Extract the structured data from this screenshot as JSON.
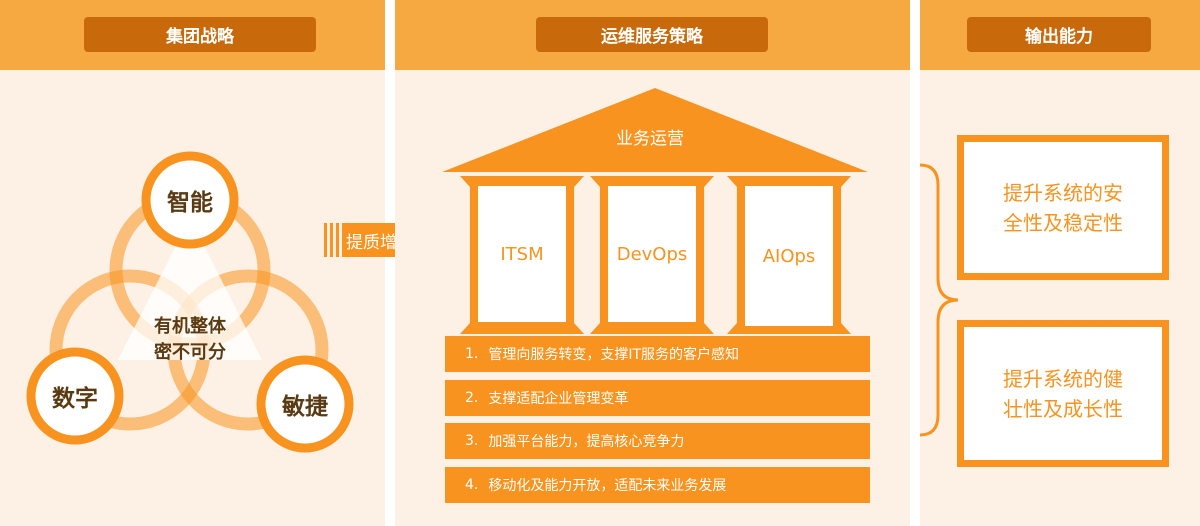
{
  "sections": {
    "group": {
      "title": "集团战略"
    },
    "ops": {
      "title": "运维服务策略"
    },
    "output": {
      "title": "输出能力"
    }
  },
  "venn": {
    "top": "智能",
    "left": "数字",
    "right": "敏捷",
    "center_line1": "有机整体",
    "center_line2": "密不可分"
  },
  "arrow_label": "提质增效",
  "temple": {
    "roof": "业务运营",
    "pillars": [
      "ITSM",
      "DevOps",
      "AIOps"
    ]
  },
  "strategies": [
    {
      "num": "1.",
      "text": "管理向服务转变，支撑IT服务的客户感知"
    },
    {
      "num": "2.",
      "text": "支撑适配企业管理变革"
    },
    {
      "num": "3.",
      "text": "加强平台能力，提高核心竞争力"
    },
    {
      "num": "4.",
      "text": "移动化及能力开放，适配未来业务发展"
    }
  ],
  "outputs": [
    {
      "line1": "提升系统的安",
      "line2": "全性及稳定性"
    },
    {
      "line1": "提升系统的健",
      "line2": "壮性及成长性"
    }
  ],
  "colors": {
    "accent": "#f7931e",
    "header_bg": "#f7a941",
    "header_pill": "#c86a0c",
    "panel_bg": "#fdf1e6"
  }
}
